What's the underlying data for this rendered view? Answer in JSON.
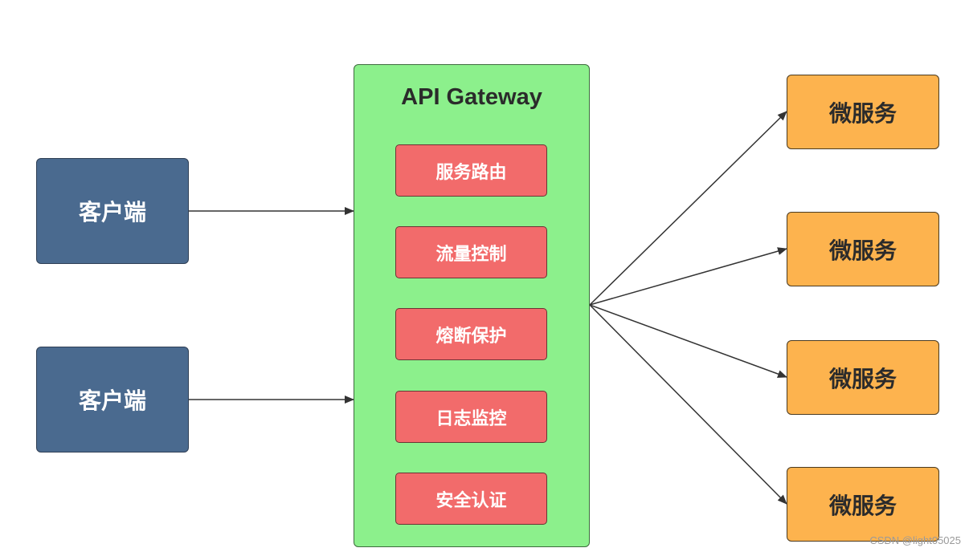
{
  "clients": [
    {
      "label": "客户端"
    },
    {
      "label": "客户端"
    }
  ],
  "gateway": {
    "title": "API Gateway",
    "functions": [
      {
        "label": "服务路由"
      },
      {
        "label": "流量控制"
      },
      {
        "label": "熔断保护"
      },
      {
        "label": "日志监控"
      },
      {
        "label": "安全认证"
      }
    ]
  },
  "services": [
    {
      "label": "微服务"
    },
    {
      "label": "微服务"
    },
    {
      "label": "微服务"
    },
    {
      "label": "微服务"
    }
  ],
  "watermark": "CSDN @light05025",
  "colors": {
    "client_fill": "#4a6a8f",
    "gateway_fill": "#8cf08c",
    "function_fill": "#f26b6b",
    "service_fill": "#fdb34e",
    "edge": "#333333"
  }
}
